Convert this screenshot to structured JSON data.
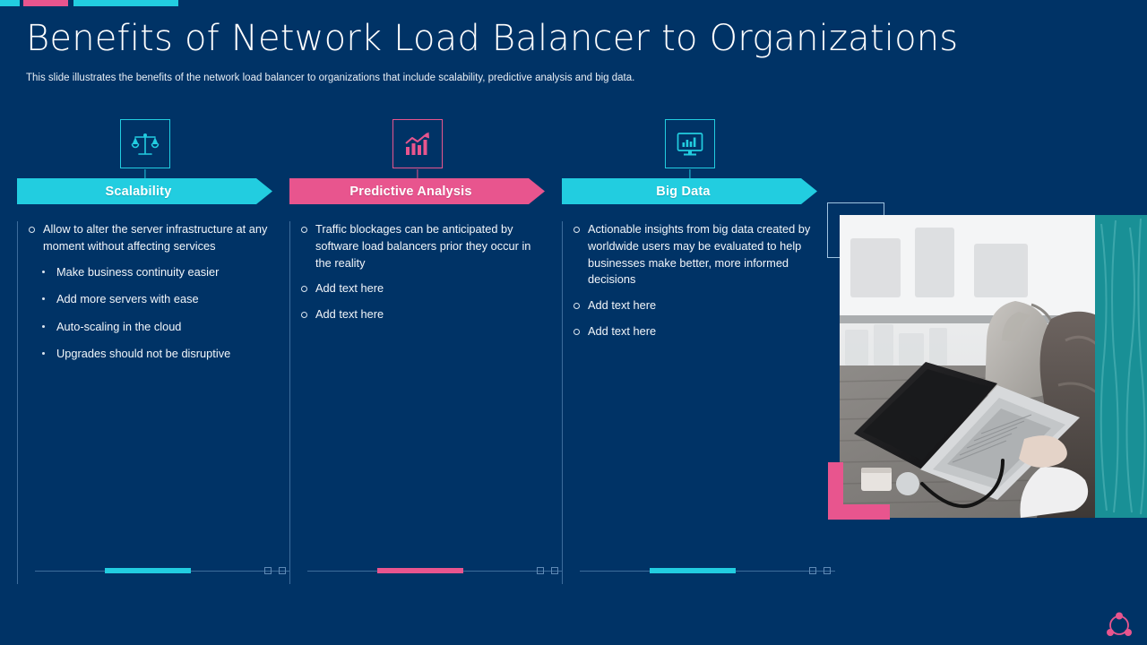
{
  "slide": {
    "title": "Benefits of Network Load Balancer to Organizations",
    "subtitle": "This slide illustrates the benefits of the network load balancer to organizations that include scalability, predictive analysis and big data."
  },
  "theme": {
    "background": "#003366",
    "cyan": "#22cde0",
    "pink": "#e8558e",
    "teal": "#117e84",
    "rule": "#3d6d9c",
    "text": "#f2f6fa"
  },
  "top_bars": [
    {
      "name": "bar-cyan-1",
      "color": "#22cde0"
    },
    {
      "name": "bar-pink",
      "color": "#e8558e"
    },
    {
      "name": "bar-cyan-2",
      "color": "#22cde0"
    }
  ],
  "columns": [
    {
      "key": "scalability",
      "icon": "scales-balance-icon",
      "accent": "#22cde0",
      "accent_name": "cyan",
      "label": "Scalability",
      "bullets": [
        {
          "text": "Allow to alter the server infrastructure at any moment without affecting services",
          "sub": [
            "Make business continuity easier",
            "Add more servers with ease",
            "Auto-scaling in the cloud",
            "Upgrades should not be disruptive"
          ]
        }
      ]
    },
    {
      "key": "predictive-analysis",
      "icon": "growth-chart-arrow-icon",
      "accent": "#e8558e",
      "accent_name": "pink",
      "label": "Predictive Analysis",
      "bullets": [
        {
          "text": "Traffic blockages can be anticipated by software load balancers prior they occur in the reality",
          "sub": []
        },
        {
          "text": "Add text here",
          "sub": []
        },
        {
          "text": "Add text here",
          "sub": []
        }
      ]
    },
    {
      "key": "big-data",
      "icon": "monitor-bar-chart-icon",
      "accent": "#22cde0",
      "accent_name": "cyan",
      "label": "Big Data",
      "bullets": [
        {
          "text": "Actionable insights from big data created by worldwide users may be evaluated to help businesses make better, more informed decisions",
          "sub": []
        },
        {
          "text": "Add text here",
          "sub": []
        },
        {
          "text": "Add text here",
          "sub": []
        }
      ]
    }
  ],
  "decorations": {
    "photo_alt": "person working on laptop at desk with backpack",
    "logo": "three-node-network-logo"
  }
}
